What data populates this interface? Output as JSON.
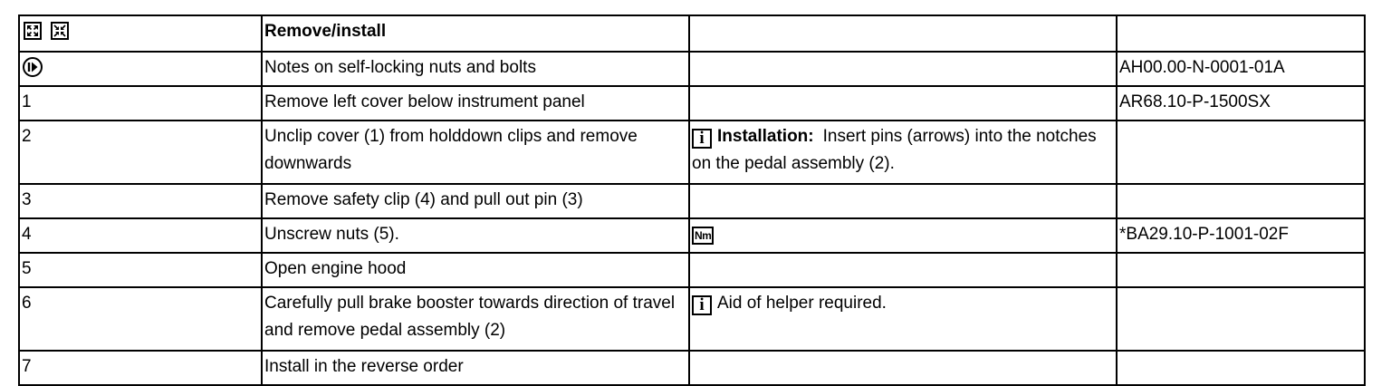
{
  "header": {
    "title": "Remove/install"
  },
  "icons": {
    "expand": "expand-all-icon",
    "collapse": "collapse-all-icon",
    "notes": "notes-icon",
    "info": "info-icon",
    "torque": "torque-icon",
    "info_glyph": "i",
    "torque_glyph": "Nm"
  },
  "rows": [
    {
      "step": "",
      "text": "Notes on self-locking nuts and bolts",
      "note": "",
      "ref": "AH00.00-N-0001-01A"
    },
    {
      "step": "1",
      "text": "Remove left cover below instrument panel",
      "note": "",
      "ref": "AR68.10-P-1500SX"
    },
    {
      "step": "2",
      "text": "Unclip cover (1) from holddown clips and remove downwards",
      "note_label": "Installation:",
      "note": "Insert pins (arrows) into the notches on the pedal assembly (2).",
      "ref": ""
    },
    {
      "step": "3",
      "text": "Remove safety clip (4) and pull out pin (3)",
      "note": "",
      "ref": ""
    },
    {
      "step": "4",
      "text": "Unscrew nuts (5).",
      "note": "",
      "ref": "*BA29.10-P-1001-02F"
    },
    {
      "step": "5",
      "text": "Open engine hood",
      "note": "",
      "ref": ""
    },
    {
      "step": "6",
      "text": "Carefully pull brake booster towards direction of travel and remove pedal assembly (2)",
      "note": "Aid of helper required.",
      "ref": ""
    },
    {
      "step": "7",
      "text": "Install in the reverse order",
      "note": "",
      "ref": ""
    }
  ]
}
